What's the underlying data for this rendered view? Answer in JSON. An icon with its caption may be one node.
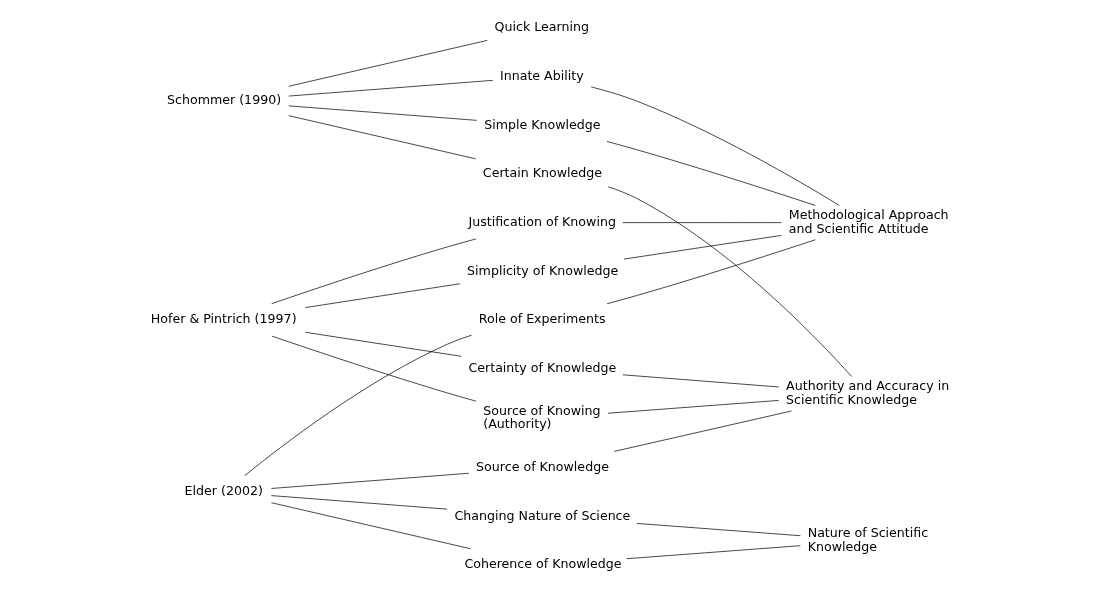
{
  "diagram": {
    "nodes": [
      {
        "text": [
          "Schommer (1990)"
        ]
      },
      {
        "text": [
          "Innate Ability"
        ]
      },
      {
        "text": [
          "Quick Learning"
        ]
      },
      {
        "text": [
          "Simple Knowledge"
        ]
      },
      {
        "text": [
          "Certain Knowledge"
        ]
      },
      {
        "text": [
          "Hofer & Pintrich (1997)"
        ]
      },
      {
        "text": [
          "Certainty of Knowledge"
        ]
      },
      {
        "text": [
          "Simplicity of Knowledge"
        ]
      },
      {
        "text": [
          "Source of Knowing (Authority)"
        ]
      },
      {
        "text": [
          "Justification of Knowing"
        ]
      },
      {
        "text": [
          "Elder (2002)"
        ]
      },
      {
        "text": [
          "Changing Nature of Science"
        ]
      },
      {
        "text": [
          "Coherence of Knowledge"
        ]
      },
      {
        "text": [
          "Source of Knowledge"
        ]
      },
      {
        "text": [
          "Role of Experiments"
        ]
      },
      {
        "text": [
          "Authority and Accuracy in Scientific Knowledge"
        ]
      },
      {
        "text": [
          "Methodological Approach and Scientific Attitude"
        ]
      },
      {
        "text": [
          "Nature of Scientific Knowledge"
        ]
      }
    ],
    "edges": [
      {
        "from": 0,
        "to": 1,
        "arrow": "none"
      },
      {
        "from": 0,
        "to": 2,
        "arrow": "none"
      },
      {
        "from": 0,
        "to": 3,
        "arrow": "none"
      },
      {
        "from": 0,
        "to": 4,
        "arrow": "none"
      },
      {
        "from": 5,
        "to": 6,
        "arrow": "none"
      },
      {
        "from": 5,
        "to": 7,
        "arrow": "none"
      },
      {
        "from": 5,
        "to": 8,
        "arrow": "none"
      },
      {
        "from": 5,
        "to": 9,
        "arrow": "none"
      },
      {
        "from": 10,
        "to": 11,
        "arrow": "none"
      },
      {
        "from": 10,
        "to": 12,
        "arrow": "none"
      },
      {
        "from": 10,
        "to": 13,
        "arrow": "none"
      },
      {
        "from": 10,
        "to": 14,
        "arrow": "none"
      },
      {
        "from": 1,
        "to": 16,
        "arrow": "none"
      },
      {
        "from": 3,
        "to": 16,
        "arrow": "none"
      },
      {
        "from": 4,
        "to": 15,
        "arrow": "none"
      },
      {
        "from": 6,
        "to": 15,
        "arrow": "none"
      },
      {
        "from": 7,
        "to": 16,
        "arrow": "none"
      },
      {
        "from": 8,
        "to": 15,
        "arrow": "none"
      },
      {
        "from": 9,
        "to": 16,
        "arrow": "none"
      },
      {
        "from": 11,
        "to": 17,
        "arrow": "none"
      },
      {
        "from": 12,
        "to": 17,
        "arrow": "none"
      },
      {
        "from": 13,
        "to": 15,
        "arrow": "none"
      },
      {
        "from": 14,
        "to": 16,
        "arrow": "none"
      }
    ]
  }
}
